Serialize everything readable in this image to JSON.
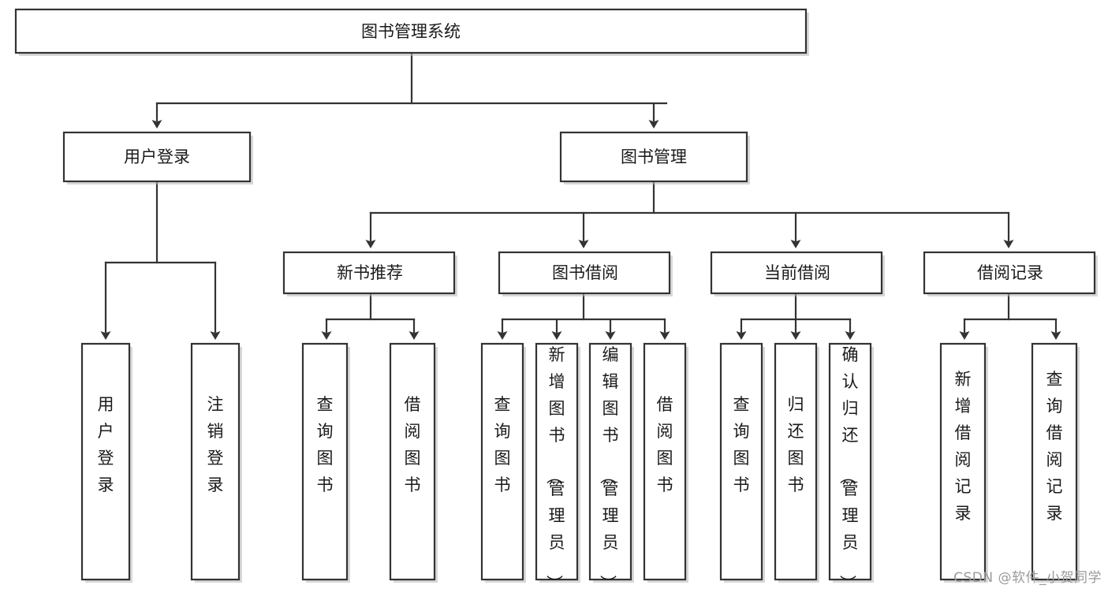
{
  "diagram": {
    "type": "tree",
    "title": "图书管理系统",
    "orientation": "top-down",
    "watermark": "CSDN @软件_小贺同学",
    "colors": {
      "box_fill": "#ffffff",
      "box_stroke": "#333333",
      "text": "#1a1a1a",
      "shadow": "#b8b8b8",
      "watermark": "#9a9a9a",
      "background": "#ffffff"
    },
    "nodes": {
      "root": {
        "label": "图书管理系统"
      },
      "level2": [
        {
          "id": "user-login",
          "label": "用户登录"
        },
        {
          "id": "book-manage",
          "label": "图书管理"
        }
      ],
      "level3": [
        {
          "id": "new-book-recommend",
          "label": "新书推荐"
        },
        {
          "id": "book-borrow",
          "label": "图书借阅"
        },
        {
          "id": "current-borrow",
          "label": "当前借阅"
        },
        {
          "id": "borrow-record",
          "label": "借阅记录"
        }
      ],
      "leaves": {
        "user_login": [
          {
            "id": "leaf-user-login",
            "label": "用户登录"
          },
          {
            "id": "leaf-logout-login",
            "label": "注销登录"
          }
        ],
        "new_book_recommend": [
          {
            "id": "leaf-query-book-1",
            "label": "查询图书"
          },
          {
            "id": "leaf-borrow-book-1",
            "label": "借阅图书"
          }
        ],
        "book_borrow": [
          {
            "id": "leaf-query-book-2",
            "label": "查询图书"
          },
          {
            "id": "leaf-add-book",
            "label": "新增图书（管理员）"
          },
          {
            "id": "leaf-edit-book",
            "label": "编辑图书（管理员）"
          },
          {
            "id": "leaf-borrow-book-2",
            "label": "借阅图书"
          }
        ],
        "current_borrow": [
          {
            "id": "leaf-query-book-3",
            "label": "查询图书"
          },
          {
            "id": "leaf-return-book",
            "label": "归还图书"
          },
          {
            "id": "leaf-confirm-return",
            "label": "确认归还（管理员）"
          }
        ],
        "borrow_record": [
          {
            "id": "leaf-add-record",
            "label": "新增借阅记录"
          },
          {
            "id": "leaf-query-record",
            "label": "查询借阅记录"
          }
        ]
      }
    }
  }
}
